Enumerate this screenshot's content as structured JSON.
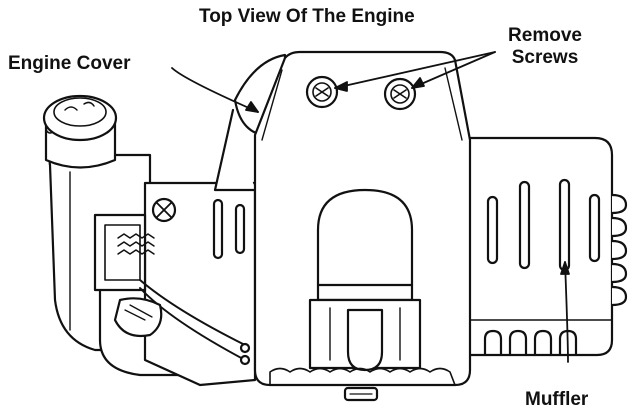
{
  "labels": {
    "title": "Top View Of The Engine",
    "engine_cover": "Engine Cover",
    "remove_screws_line1": "Remove",
    "remove_screws_line2": "Screws",
    "muffler": "Muffler"
  },
  "colors": {
    "line": "#111111",
    "fill": "#ffffff",
    "shade": "#f2f2f2"
  }
}
